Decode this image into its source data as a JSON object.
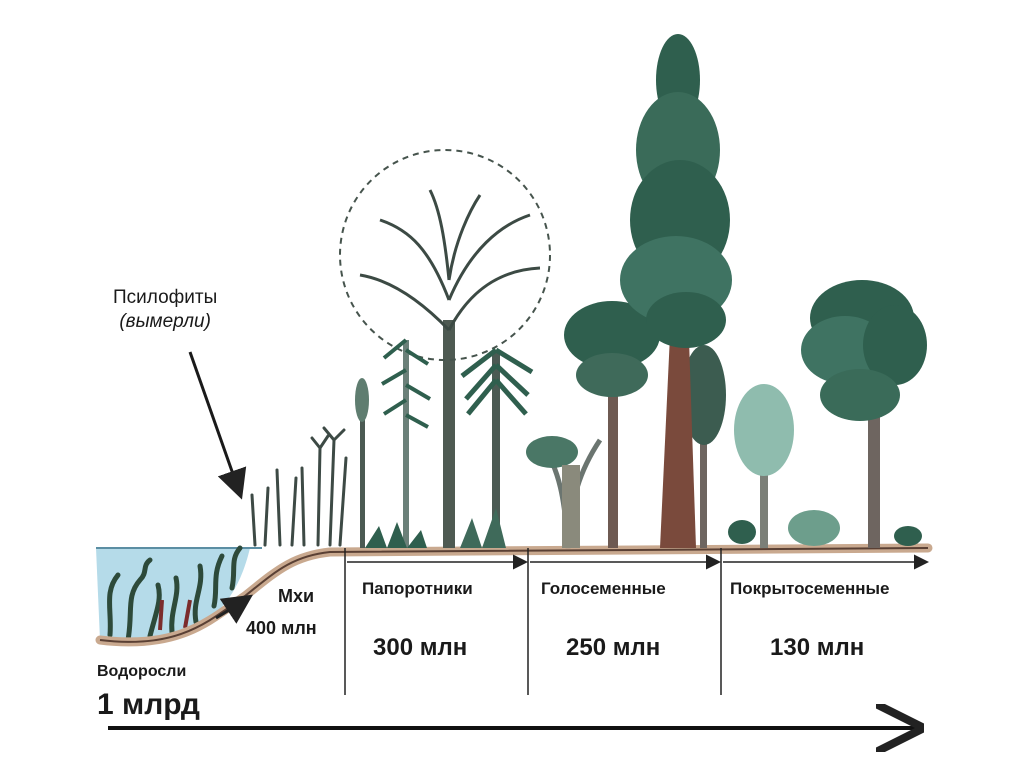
{
  "psilophytes": {
    "name": "Псилофиты",
    "note": "(вымерли)"
  },
  "algae": {
    "name": "Водоросли",
    "age": "1 млрд"
  },
  "mosses": {
    "name": "Мхи",
    "age": "400 млн"
  },
  "eras": [
    {
      "name": "Папоротники",
      "age": "300 млн"
    },
    {
      "name": "Голосеменные",
      "age": "250 млн"
    },
    {
      "name": "Покрытосеменные",
      "age": "130 млн"
    }
  ],
  "colors": {
    "water": "#b5dbe9",
    "soil": "#c9a98f",
    "foliage_dark": "#2f5f4e",
    "foliage_light": "#6d9e8c",
    "trunk": "#7a4a3c",
    "line": "#222222"
  }
}
